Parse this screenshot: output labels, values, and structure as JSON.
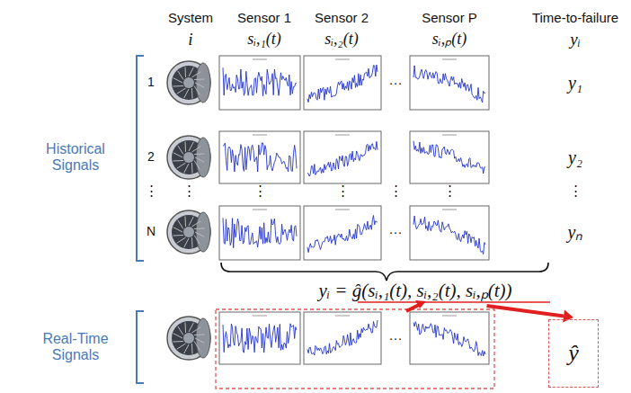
{
  "diagram": {
    "nodes": [
      {
        "text": [
          "yᵢ = ĝ(sᵢ,₁(t), sᵢ,₂(t), sᵢ,ₚ(t))"
        ]
      },
      {
        "text": [
          "ŷ"
        ]
      }
    ],
    "edges": [
      {
        "from": 0,
        "to": 1,
        "arrow": "to"
      }
    ],
    "labels": [
      "System",
      "i",
      "Sensor 1",
      "sᵢ,₁(t)",
      "Sensor 2",
      "sᵢ,₂(t)",
      "Sensor P",
      "sᵢ,ₚ(t)",
      "Time-to-failure",
      "yᵢ",
      "1",
      "2",
      "⋮",
      "N",
      "⋮",
      "⋮",
      "⋮",
      "⋮",
      "⋮",
      "⋮",
      "y₁",
      "y₂",
      "yₙ",
      "Historical Signals",
      "Real-Time Signals",
      "···",
      "···",
      "···"
    ]
  }
}
